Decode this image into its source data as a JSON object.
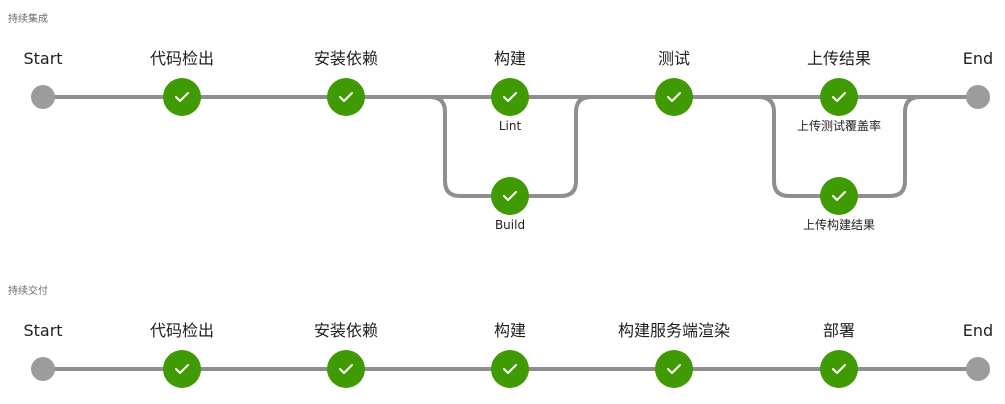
{
  "sections": [
    {
      "title": "持续集成",
      "start_label": "Start",
      "end_label": "End",
      "stages": [
        {
          "label": "代码检出",
          "jobs": [
            {
              "label": "",
              "status": "success",
              "icon": "check-icon"
            }
          ]
        },
        {
          "label": "安装依赖",
          "jobs": [
            {
              "label": "",
              "status": "success",
              "icon": "check-icon"
            }
          ]
        },
        {
          "label": "构建",
          "jobs": [
            {
              "label": "Lint",
              "status": "success",
              "icon": "check-icon"
            },
            {
              "label": "Build",
              "status": "success",
              "icon": "check-icon"
            }
          ]
        },
        {
          "label": "测试",
          "jobs": [
            {
              "label": "",
              "status": "success",
              "icon": "check-icon"
            }
          ]
        },
        {
          "label": "上传结果",
          "jobs": [
            {
              "label": "上传测试覆盖率",
              "status": "success",
              "icon": "check-icon"
            },
            {
              "label": "上传构建结果",
              "status": "success",
              "icon": "check-icon"
            }
          ]
        }
      ]
    },
    {
      "title": "持续交付",
      "start_label": "Start",
      "end_label": "End",
      "stages": [
        {
          "label": "代码检出",
          "jobs": [
            {
              "label": "",
              "status": "success",
              "icon": "check-icon"
            }
          ]
        },
        {
          "label": "安装依赖",
          "jobs": [
            {
              "label": "",
              "status": "success",
              "icon": "check-icon"
            }
          ]
        },
        {
          "label": "构建",
          "jobs": [
            {
              "label": "",
              "status": "success",
              "icon": "check-icon"
            }
          ]
        },
        {
          "label": "构建服务端渲染",
          "jobs": [
            {
              "label": "",
              "status": "success",
              "icon": "check-icon"
            }
          ]
        },
        {
          "label": "部署",
          "jobs": [
            {
              "label": "",
              "status": "success",
              "icon": "check-icon"
            }
          ]
        }
      ]
    }
  ],
  "colors": {
    "success": "#3f9a04",
    "edge": "#8f8f8f",
    "endpoint": "#9c9c9c"
  }
}
